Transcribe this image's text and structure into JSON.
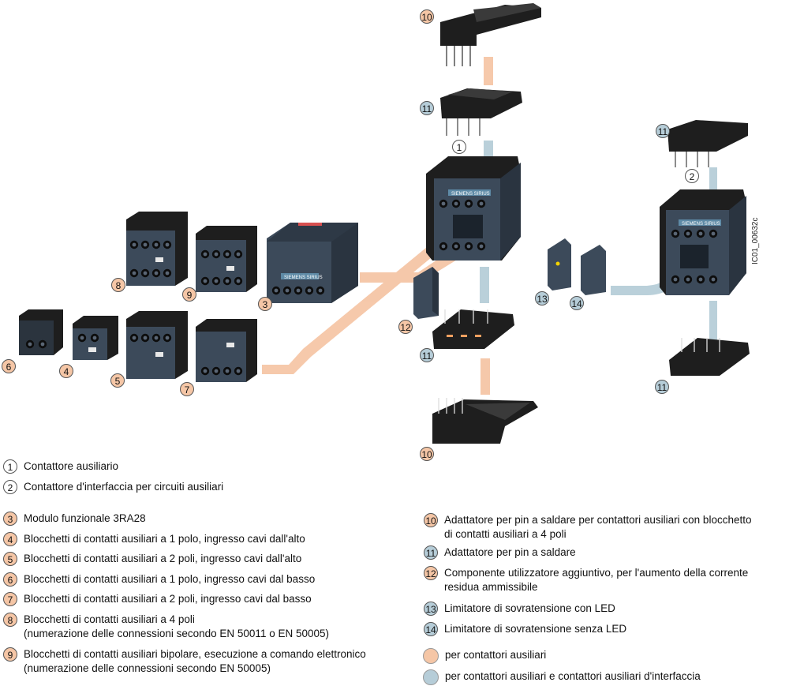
{
  "colors": {
    "orange": "#f5c6a6",
    "blue": "#b6cdd8",
    "device_body": "#3c4a5a",
    "dark_part": "#1e1e1e"
  },
  "figure": {
    "code": "IC01_00632c",
    "brand": "SIEMENS",
    "product": "SIRIUS",
    "callouts": {
      "n1": "1",
      "n2": "2",
      "n3": "3",
      "n4": "4",
      "n5": "5",
      "n6": "6",
      "n7": "7",
      "n8": "8",
      "n9": "9",
      "n10a": "10",
      "n10b": "10",
      "n11a": "11",
      "n11b": "11",
      "n11c": "11",
      "n11d": "11",
      "n12": "12",
      "n13": "13",
      "n14": "14"
    }
  },
  "legend": {
    "left": [
      {
        "num": "1",
        "text": "Contattore ausiliario"
      },
      {
        "num": "2",
        "text": "Contattore d'interfaccia per circuiti ausiliari"
      },
      {
        "num": "3",
        "text": "Modulo funzionale 3RA28"
      },
      {
        "num": "4",
        "text": "Blocchetti di contatti ausiliari a 1 polo, ingresso cavi dall'alto"
      },
      {
        "num": "5",
        "text": "Blocchetti di contatti ausiliari a 2 poli, ingresso cavi dall'alto"
      },
      {
        "num": "6",
        "text": "Blocchetti di contatti ausiliari a 1 polo, ingresso cavi dal basso"
      },
      {
        "num": "7",
        "text": "Blocchetti di contatti ausiliari a 2 poli, ingresso cavi dal basso"
      },
      {
        "num": "8",
        "text": "Blocchetti di contatti ausiliari a 4 poli\n(numerazione delle connessioni secondo EN 50011 o EN 50005)"
      },
      {
        "num": "9",
        "text": "Blocchetti di contatti ausiliari bipolare, esecuzione a comando elettronico\n(numerazione delle connessioni secondo EN 50005)"
      }
    ],
    "right": [
      {
        "num": "10",
        "text": "Adattatore per pin a saldare per contattori ausiliari con blocchetto\ndi contatti ausiliari a 4 poli"
      },
      {
        "num": "11",
        "text": "Adattatore per pin a saldare"
      },
      {
        "num": "12",
        "text": "Componente utilizzatore aggiuntivo, per l'aumento della corrente\nresidua ammissibile"
      },
      {
        "num": "13",
        "text": "Limitatore di sovratensione con LED"
      },
      {
        "num": "14",
        "text": "Limitatore di sovratensione senza LED"
      }
    ],
    "swatches": [
      {
        "color": "orange",
        "text": "per contattori ausiliari"
      },
      {
        "color": "blue",
        "text": "per contattori ausiliari e contattori ausiliari d'interfaccia"
      }
    ]
  }
}
